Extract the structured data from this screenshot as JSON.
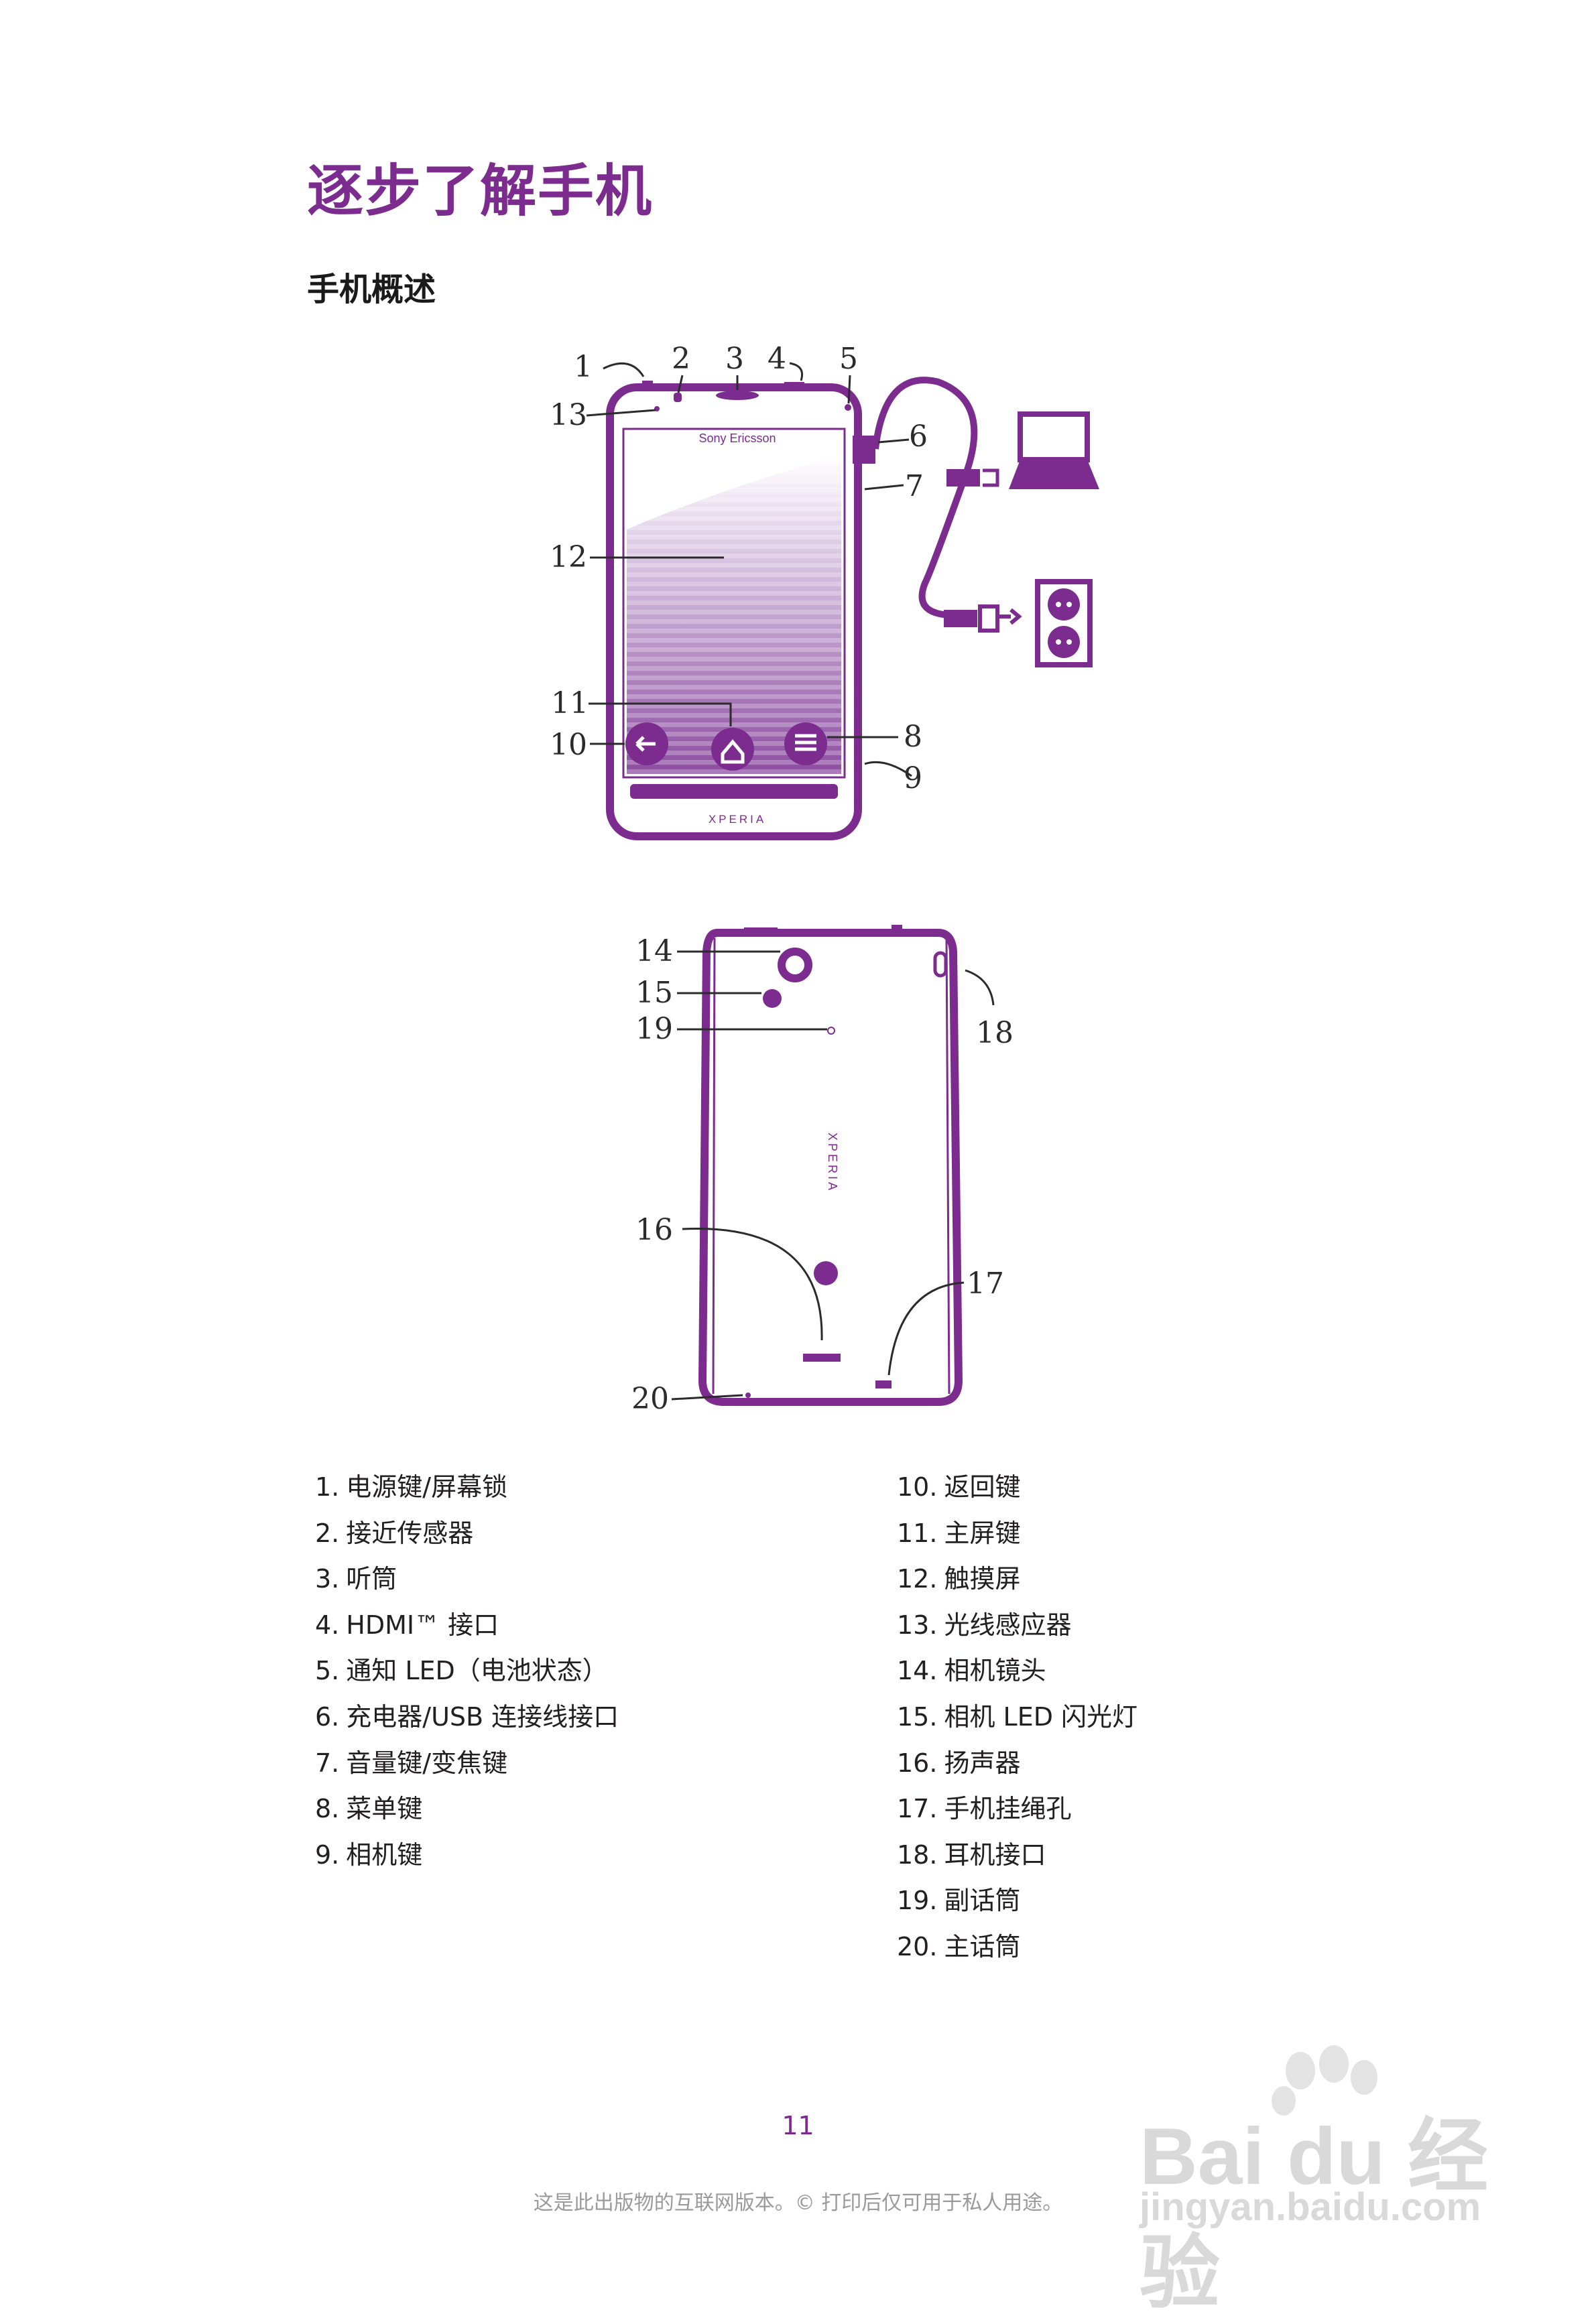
{
  "page": {
    "title": "逐步了解手机",
    "subtitle": "手机概述",
    "page_number": "11",
    "footer": "这是此出版物的互联网版本。© 打印后仅可用于私人用途。"
  },
  "colors": {
    "accent": "#7b2c8e",
    "text": "#231f20",
    "muted": "#9a9a9a"
  },
  "front_figure": {
    "brand": "Sony Ericsson",
    "model": "XPERIA",
    "callouts": [
      "1",
      "2",
      "3",
      "4",
      "5",
      "6",
      "7",
      "8",
      "9",
      "10",
      "11",
      "12",
      "13"
    ]
  },
  "back_figure": {
    "model": "XPERIA",
    "callouts": [
      "14",
      "15",
      "19",
      "18",
      "16",
      "17",
      "20"
    ]
  },
  "legend_left": [
    {
      "num": "1.",
      "label": "电源键/屏幕锁"
    },
    {
      "num": "2.",
      "label": "接近传感器"
    },
    {
      "num": "3.",
      "label": "听筒"
    },
    {
      "num": "4.",
      "label": "HDMI™ 接口"
    },
    {
      "num": "5.",
      "label": "通知 LED（电池状态）"
    },
    {
      "num": "6.",
      "label": "充电器/USB 连接线接口"
    },
    {
      "num": "7.",
      "label": "音量键/变焦键"
    },
    {
      "num": "8.",
      "label": "菜单键"
    },
    {
      "num": "9.",
      "label": "相机键"
    }
  ],
  "legend_right": [
    {
      "num": "10.",
      "label": "返回键"
    },
    {
      "num": "11.",
      "label": "主屏键"
    },
    {
      "num": "12.",
      "label": "触摸屏"
    },
    {
      "num": "13.",
      "label": "光线感应器"
    },
    {
      "num": "14.",
      "label": "相机镜头"
    },
    {
      "num": "15.",
      "label": "相机 LED 闪光灯"
    },
    {
      "num": "16.",
      "label": "扬声器"
    },
    {
      "num": "17.",
      "label": "手机挂绳孔"
    },
    {
      "num": "18.",
      "label": "耳机接口"
    },
    {
      "num": "19.",
      "label": "副话筒"
    },
    {
      "num": "20.",
      "label": "主话筒"
    }
  ],
  "watermark": {
    "brand": "Bai du 经验",
    "url": "jingyan.baidu.com"
  }
}
